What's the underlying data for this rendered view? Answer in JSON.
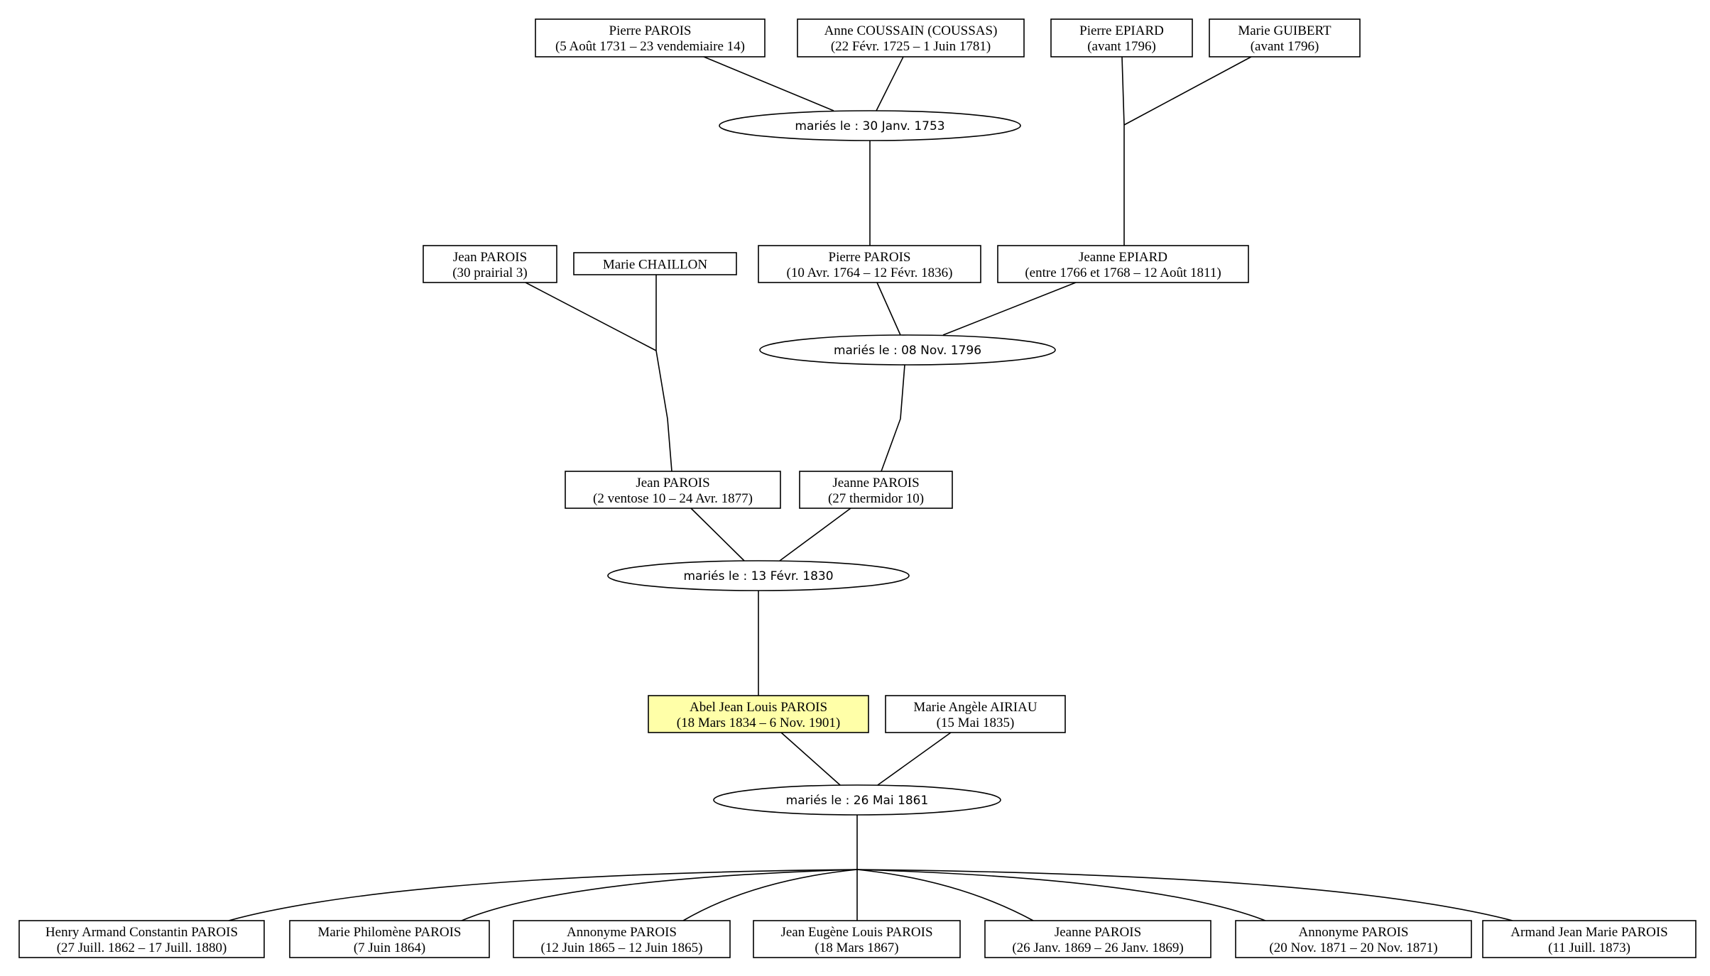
{
  "persons": [
    {
      "id": "p1",
      "name": "Pierre PAROIS",
      "dates": "(5 Août 1731 – 23 vendemiaire 14)"
    },
    {
      "id": "p2",
      "name": "Anne COUSSAIN (COUSSAS)",
      "dates": "(22 Févr. 1725 – 1 Juin 1781)"
    },
    {
      "id": "p3",
      "name": "Pierre EPIARD",
      "dates": "(avant 1796)"
    },
    {
      "id": "p4",
      "name": "Marie GUIBERT",
      "dates": "(avant 1796)"
    },
    {
      "id": "p5",
      "name": "Jean PAROIS",
      "dates": "(30 prairial 3)"
    },
    {
      "id": "p6",
      "name": "Marie CHAILLON",
      "dates": ""
    },
    {
      "id": "p7",
      "name": "Pierre PAROIS",
      "dates": "(10 Avr. 1764 – 12 Févr. 1836)"
    },
    {
      "id": "p8",
      "name": "Jeanne EPIARD",
      "dates": "(entre 1766 et 1768 – 12 Août 1811)"
    },
    {
      "id": "p9",
      "name": "Jean PAROIS",
      "dates": "(2 ventose 10 – 24 Avr. 1877)"
    },
    {
      "id": "p10",
      "name": "Jeanne PAROIS",
      "dates": "(27 thermidor 10)"
    },
    {
      "id": "p11",
      "name": "Abel Jean Louis PAROIS",
      "dates": "(18 Mars 1834 – 6 Nov. 1901)",
      "focus": true
    },
    {
      "id": "p12",
      "name": "Marie Angèle AIRIAU",
      "dates": "(15 Mai 1835)"
    },
    {
      "id": "c1",
      "name": "Henry Armand Constantin PAROIS",
      "dates": "(27 Juill. 1862 – 17 Juill. 1880)"
    },
    {
      "id": "c2",
      "name": "Marie Philomène PAROIS",
      "dates": "(7 Juin 1864)"
    },
    {
      "id": "c3",
      "name": "Annonyme PAROIS",
      "dates": "(12 Juin 1865 – 12 Juin 1865)"
    },
    {
      "id": "c4",
      "name": "Jean Eugène Louis PAROIS",
      "dates": "(18 Mars 1867)"
    },
    {
      "id": "c5",
      "name": "Jeanne PAROIS",
      "dates": "(26 Janv. 1869 – 26 Janv. 1869)"
    },
    {
      "id": "c6",
      "name": "Annonyme PAROIS",
      "dates": "(20 Nov. 1871 – 20 Nov. 1871)"
    },
    {
      "id": "c7",
      "name": "Armand Jean Marie PAROIS",
      "dates": "(11 Juill. 1873)"
    }
  ],
  "unions": [
    {
      "id": "u1",
      "label": "mariés le : 30 Janv. 1753",
      "spouses": [
        "p1",
        "p2"
      ],
      "children": [
        "p7"
      ]
    },
    {
      "id": "u2",
      "label": "mariés le : 08 Nov. 1796",
      "spouses": [
        "p7",
        "p8"
      ],
      "children": [
        "p10"
      ]
    },
    {
      "id": "u3",
      "label": "mariés le : 13 Févr. 1830",
      "spouses": [
        "p9",
        "p10"
      ],
      "children": [
        "p11"
      ]
    },
    {
      "id": "u4",
      "label": "mariés le : 26 Mai 1861",
      "spouses": [
        "p11",
        "p12"
      ],
      "children": [
        "c1",
        "c2",
        "c3",
        "c4",
        "c5",
        "c6",
        "c7"
      ]
    }
  ],
  "parent_links": [
    {
      "parents": [
        "p3",
        "p4"
      ],
      "child": "p8"
    },
    {
      "parents": [
        "p5",
        "p6"
      ],
      "child": "p9"
    }
  ],
  "colors": {
    "focus_fill": "#ffffa8",
    "border": "#000000",
    "background": "#ffffff"
  }
}
